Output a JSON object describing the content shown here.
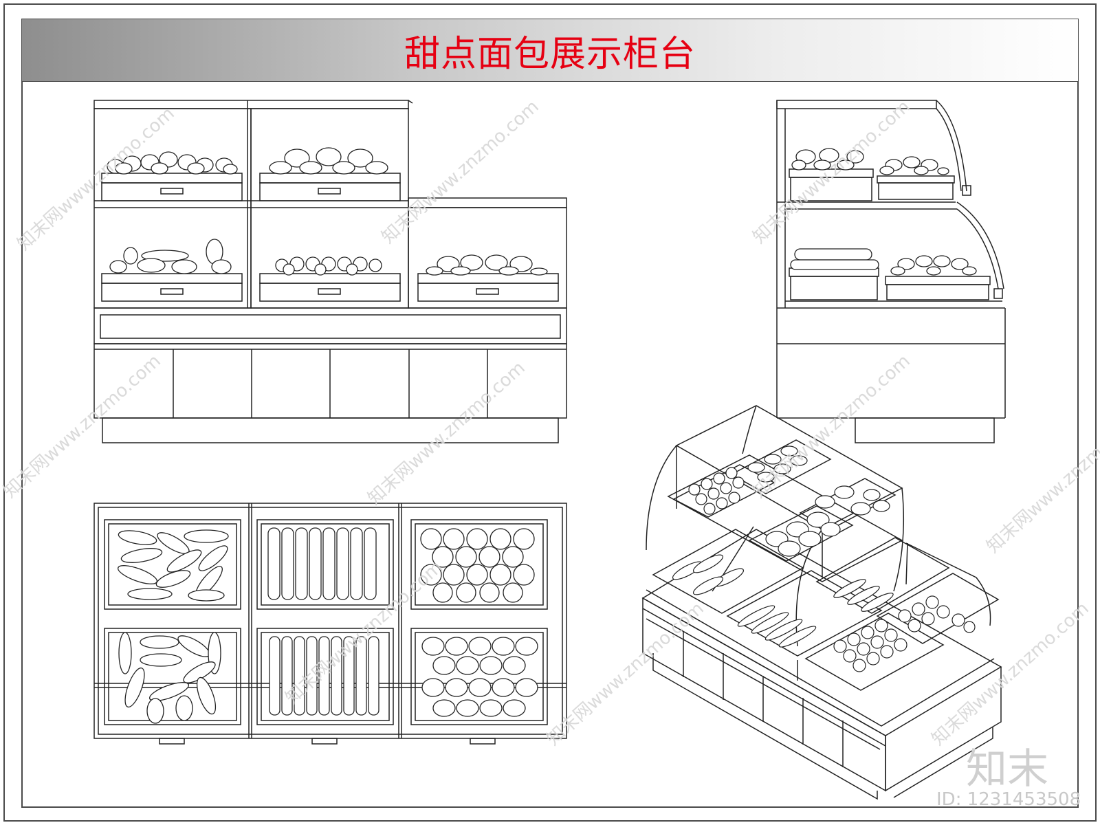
{
  "title": "甜点面包展示柜台",
  "watermark": "知末网www.znzmo.com",
  "logo_text": "知末",
  "id_text": "ID: 1231453508",
  "colors": {
    "title": "#e60012",
    "line": "#222222",
    "frame": "#4a4a4a",
    "watermark": "#d6d6d6"
  },
  "views": [
    "front-elevation",
    "side-elevation",
    "top-plan",
    "isometric"
  ]
}
